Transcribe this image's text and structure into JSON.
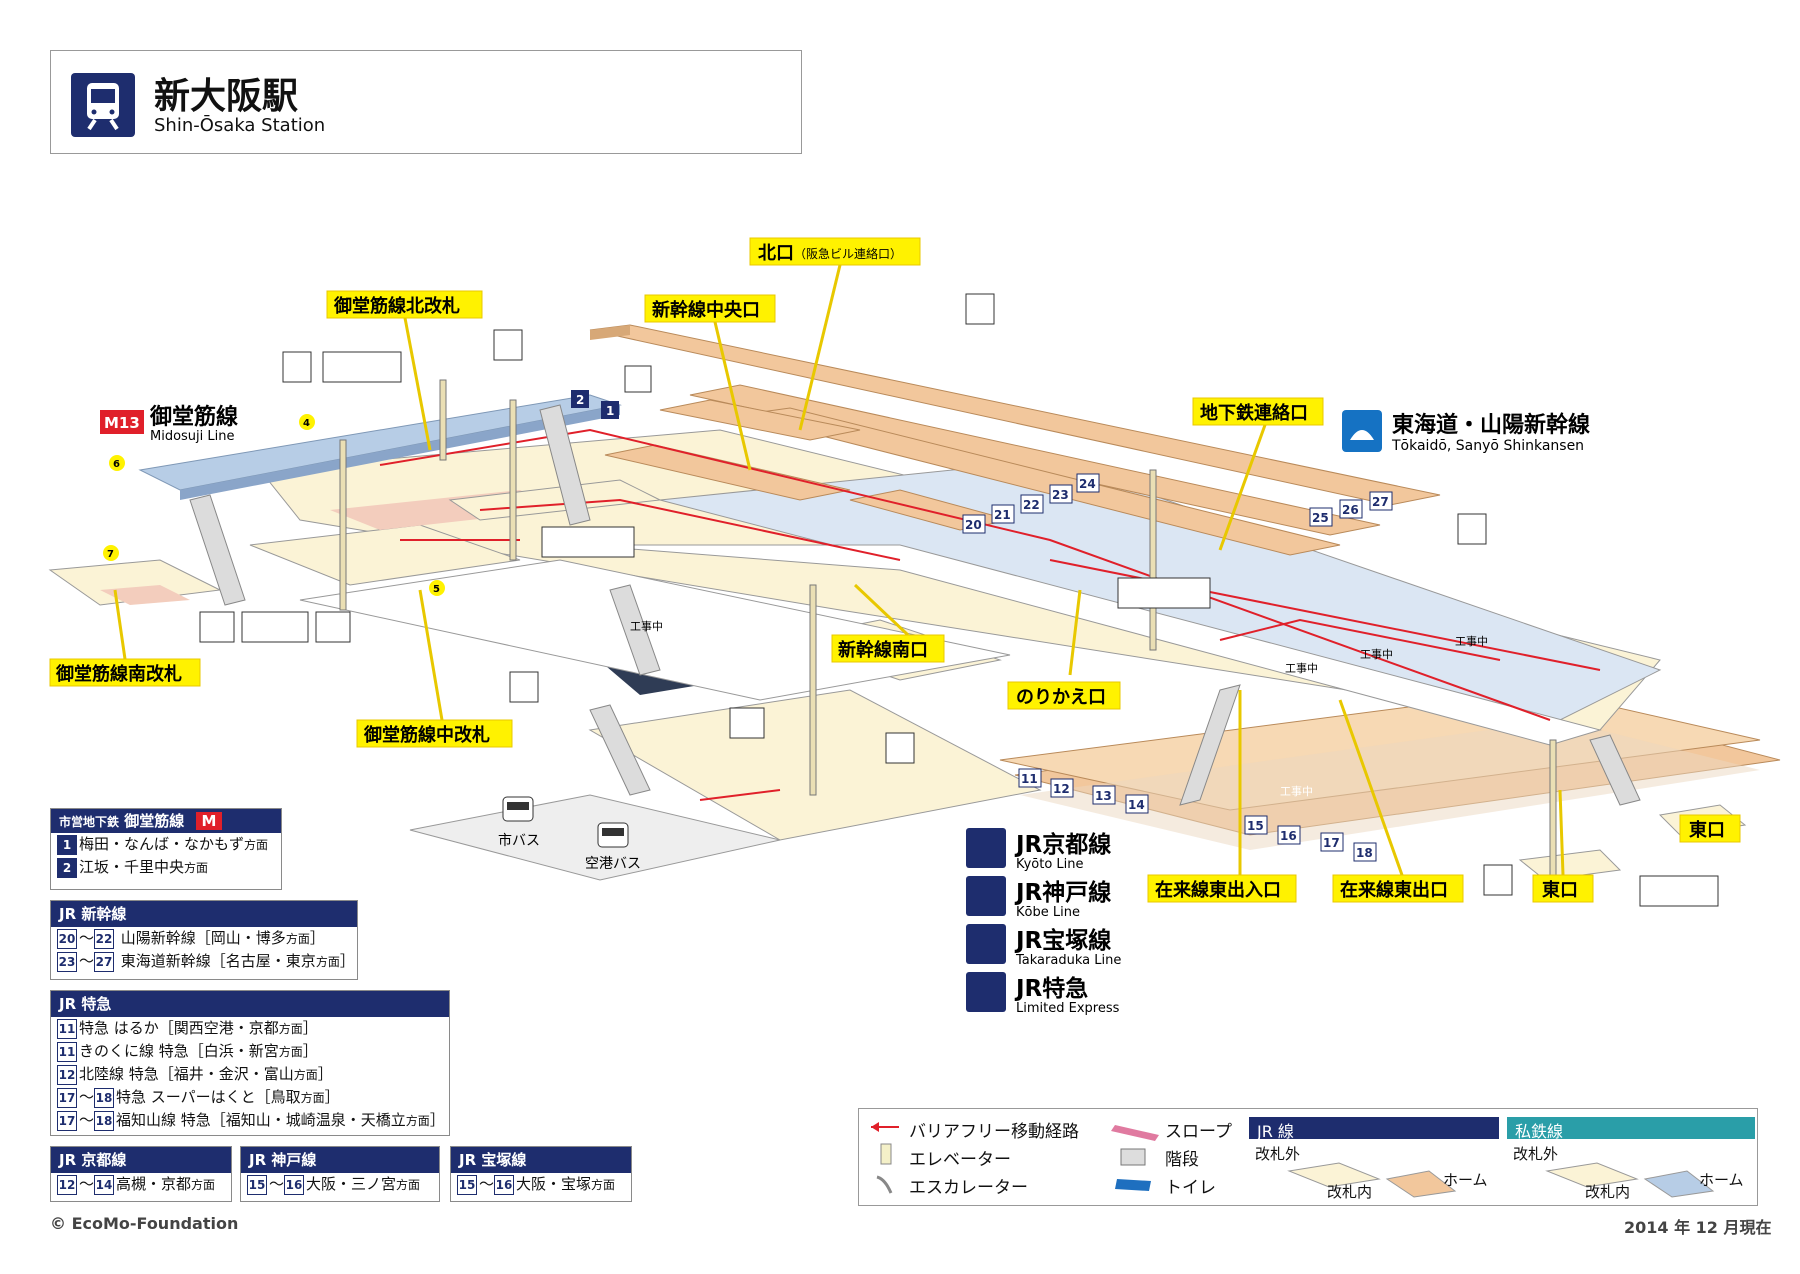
{
  "station": {
    "name_jp": "新大阪駅",
    "name_en": "Shin-Ōsaka Station"
  },
  "labels": {
    "kitaguchi": "北口",
    "kitaguchi_sub": "（阪急ビル連絡口）",
    "shinkansen_chuo": "新幹線中央口",
    "midosuji_kita": "御堂筋線北改札",
    "midosuji_minami": "御堂筋線南改札",
    "midosuji_naka": "御堂筋線中改札",
    "shinkansen_minami": "新幹線南口",
    "norikae": "のりかえ口",
    "chikatetsu": "地下鉄連絡口",
    "zairai_deiri": "在来線東出入口",
    "zairai_de": "在来線東出口",
    "higashi_a": "東口",
    "higashi_b": "東口",
    "kojichu_a": "工事中",
    "kojichu_b": "工事中",
    "kojichu_c": "工事中",
    "kojichu_d": "工事中",
    "kojichu_e": "工事中",
    "shibus": "市バス",
    "kukobus": "空港バス"
  },
  "midosuji": {
    "code": "M13",
    "name_jp": "御堂筋線",
    "name_en": "Midosuji Line"
  },
  "shinkansen_line": {
    "name_jp": "東海道・山陽新幹線",
    "name_en": "Tōkaidō, Sanyō Shinkansen"
  },
  "exit_numbers": [
    "4",
    "6",
    "7",
    "5"
  ],
  "platform_numbers": {
    "metro": [
      "2",
      "1"
    ],
    "shinkansen": [
      "20",
      "21",
      "22",
      "23",
      "24",
      "25",
      "26",
      "27"
    ],
    "zairai": [
      "11",
      "12",
      "13",
      "14",
      "15",
      "16",
      "17",
      "18"
    ]
  },
  "jr_lines": [
    {
      "name_jp": "JR京都線",
      "name_en": "Kyōto Line"
    },
    {
      "name_jp": "JR神戸線",
      "name_en": "Kōbe Line"
    },
    {
      "name_jp": "JR宝塚線",
      "name_en": "Takaraduka Line"
    },
    {
      "name_jp": "JR特急",
      "name_en": "Limited Express"
    }
  ],
  "tables": {
    "metro": {
      "prefix": "市営地下鉄",
      "title": "御堂筋線",
      "badge": "M",
      "rows": [
        {
          "n1": "1",
          "text": "梅田・なんば・なかもず",
          "dir": "方面"
        },
        {
          "n1": "2",
          "text": "江坂・千里中央",
          "dir": "方面"
        }
      ]
    },
    "shinkansen": {
      "title": "JR 新幹線",
      "rows": [
        {
          "n1": "20",
          "sep": "〜",
          "n2": "22",
          "text": "山陽新幹線［岡山・博多",
          "dir": "方面",
          "close": "］"
        },
        {
          "n1": "23",
          "sep": "〜",
          "n2": "27",
          "text": "東海道新幹線［名古屋・東京",
          "dir": "方面",
          "close": "］"
        }
      ]
    },
    "tokkyu": {
      "title": "JR 特急",
      "rows": [
        {
          "n1": "11",
          "text": "特急 はるか［関西空港・京都",
          "dir": "方面",
          "close": "］"
        },
        {
          "n1": "11",
          "text": "きのくに線 特急［白浜・新宮",
          "dir": "方面",
          "close": "］"
        },
        {
          "n1": "12",
          "text": "北陸線 特急［福井・金沢・富山",
          "dir": "方面",
          "close": "］"
        },
        {
          "n1": "17",
          "sep": "〜",
          "n2": "18",
          "text": "特急 スーパーはくと［鳥取",
          "dir": "方面",
          "close": "］"
        },
        {
          "n1": "17",
          "sep": "〜",
          "n2": "18",
          "text": "福知山線 特急［福知山・城崎温泉・天橋立",
          "dir": "方面",
          "close": "］"
        }
      ]
    },
    "kyoto": {
      "title": "JR 京都線",
      "rows": [
        {
          "n1": "12",
          "sep": "〜",
          "n2": "14",
          "text": "高槻・京都",
          "dir": "方面"
        }
      ]
    },
    "kobe": {
      "title": "JR 神戸線",
      "rows": [
        {
          "n1": "15",
          "sep": "〜",
          "n2": "16",
          "text": "大阪・三ノ宮",
          "dir": "方面"
        }
      ]
    },
    "takarazuka": {
      "title": "JR 宝塚線",
      "rows": [
        {
          "n1": "15",
          "sep": "〜",
          "n2": "16",
          "text": "大阪・宝塚",
          "dir": "方面"
        }
      ]
    }
  },
  "legend": {
    "barrier_free": "バリアフリー移動経路",
    "elevator": "エレベーター",
    "escalator": "エスカレーター",
    "slope": "スロープ",
    "stairs": "階段",
    "toilet": "トイレ",
    "jr_header": "JR 線",
    "private_header": "私鉄線",
    "kaisatsu_gai_jr": "改札外",
    "kaisatsu_nai_jr": "改札内",
    "home_jr": "ホーム",
    "kaisatsu_gai_pr": "改札外",
    "kaisatsu_nai_pr": "改札内",
    "home_pr": "ホーム"
  },
  "copyright": "© EcoMo-Foundation",
  "date": "2014 年 12 月現在",
  "colors": {
    "navy": "#1e2d6e",
    "platform_jr": "#f2c79c",
    "platform_metro": "#b7cde6",
    "concourse_out": "#fbf3d6",
    "concourse_in": "#dbe6f3",
    "route": "#e0202a",
    "callout": "#fff200",
    "teal": "#2a9ea8"
  }
}
